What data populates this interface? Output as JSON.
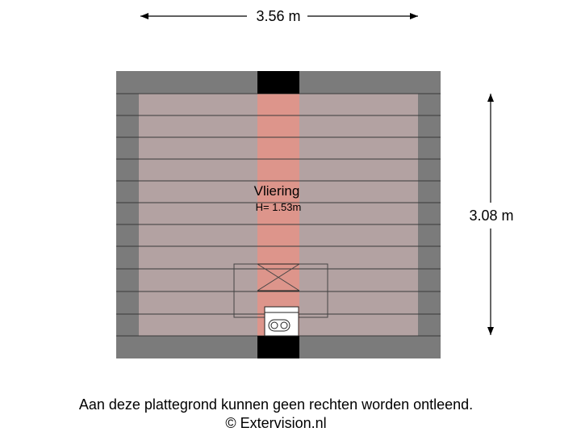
{
  "floorplan": {
    "room": {
      "name": "Vliering",
      "height": "H= 1.53m"
    },
    "dimensions": {
      "width": "3.56 m",
      "depth": "3.08 m"
    },
    "footer": {
      "disclaimer": "Aan deze plattegrond kunnen geen rechten worden ontleend.",
      "copyright": "© Extervision.nl"
    },
    "colors": {
      "wall": "#7b7b7b",
      "floor": "#b3a2a2",
      "beam": "#dd958b",
      "chimney": "#000000",
      "line": "#3a3a3a"
    }
  }
}
